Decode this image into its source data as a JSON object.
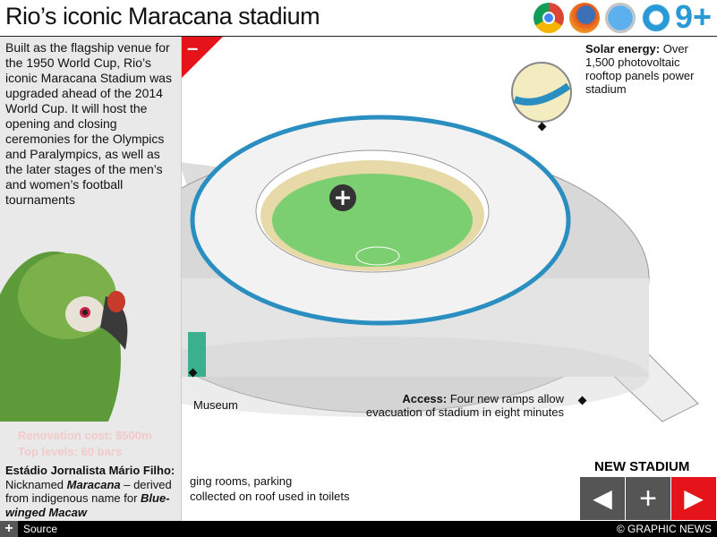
{
  "title": "Rio’s iconic Maracana stadium",
  "browsers": [
    "chrome-icon",
    "firefox-icon",
    "safari-icon",
    "ie-icon"
  ],
  "browser_version": "9+",
  "intro": "Built as the flagship venue for the 1950 World Cup, Rio’s iconic Maracana Stadium was upgraded ahead of the 2014 World Cup. It will host the opening and closing ceremonies for the Olympics and Paralympics, as well as the later stages of the men’s and women’s football tournaments",
  "collapse_label": "–",
  "solar": {
    "bold": "Solar energy:",
    "text": " Over 1,500 photovoltaic rooftop panels power stadium"
  },
  "museum": "Museum",
  "access": {
    "bold": "Access:",
    "text": " Four new ramps allow evacuation of stadium in eight minutes"
  },
  "faded": [
    "Renovation cost: $500m",
    "Top levels: 60 bars"
  ],
  "notes": [
    "ging rooms, parking",
    "collected on roof used in toilets"
  ],
  "caption": {
    "bold": "Estádio Jornalista Mário Filho:",
    "t1": " Nicknamed ",
    "i1": "Maracana",
    "t2": " – derived from indigenous name for ",
    "i2": "Blue-winged Macaw"
  },
  "footer": {
    "plus": "+",
    "source": "Source",
    "credit": "© GRAPHIC NEWS"
  },
  "nav": {
    "title": "NEW STADIUM",
    "prev": "◀",
    "add": "+",
    "next": "▶"
  },
  "colors": {
    "accent": "#e5141b",
    "roof_blue": "#2a8fc0"
  }
}
